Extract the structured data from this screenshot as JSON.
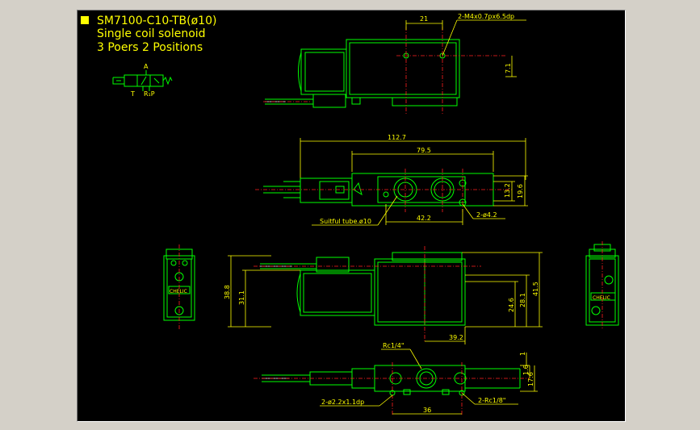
{
  "title": {
    "line1": "SM7100-C10-TB(ø10)",
    "line2": "Single coil solenoid",
    "line3": "3 Poers 2 Positions",
    "marker_color": "#ffff00"
  },
  "symbol": {
    "port_a": "A",
    "port_t": "T",
    "port_rp": "R₁P"
  },
  "dimensions": {
    "top_view": {
      "width_21": "21",
      "thread_note": "2-M4x0.7px6.5dp",
      "height_7_1": "7.1"
    },
    "plan_view": {
      "overall": "112.7",
      "body": "79.5",
      "h_13_2": "13.2",
      "h_19_6": "19.6",
      "tube_note": "Suitful tube.ø10",
      "spacing": "42.2",
      "holes": "2-ø4.2"
    },
    "front_view": {
      "h_38_8": "38.8",
      "h_31_1": "31.1",
      "h_24_6": "24.6",
      "h_28_1": "28.1",
      "h_41_5": "41.5",
      "w_39_2": "39.2"
    },
    "bottom_view": {
      "port_note": "Rc1/4\"",
      "pilot_note": "2-ø2.2x1.1dp",
      "width_36": "36",
      "rc_note": "2-Rc1/8\"",
      "h_1": "1",
      "h_1_6": "1.6",
      "h_17_6": "17.6"
    },
    "side_labels": {
      "left_badge": "CHELIC",
      "right_badge": "CHELIC"
    }
  },
  "colors": {
    "outline": "#00ff00",
    "dimension": "#ffff00",
    "centerline": "#ff2020",
    "background": "#000000",
    "frame": "#d4d0c8"
  }
}
